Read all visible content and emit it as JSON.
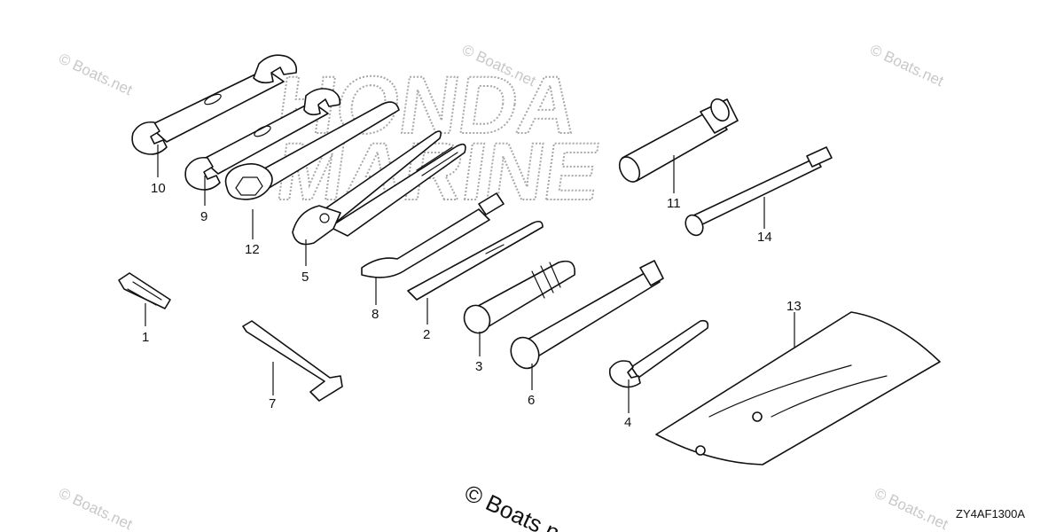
{
  "watermark": {
    "small_text": "© Boats.net",
    "large_text": "© Boats.n"
  },
  "background_logo": {
    "line1": "HONDA",
    "line2": "MARINE"
  },
  "diagram_code": "ZY4AF1300A",
  "callouts": [
    "10",
    "9",
    "12",
    "5",
    "11",
    "14",
    "1",
    "8",
    "2",
    "3",
    "7",
    "6",
    "4",
    "13"
  ]
}
